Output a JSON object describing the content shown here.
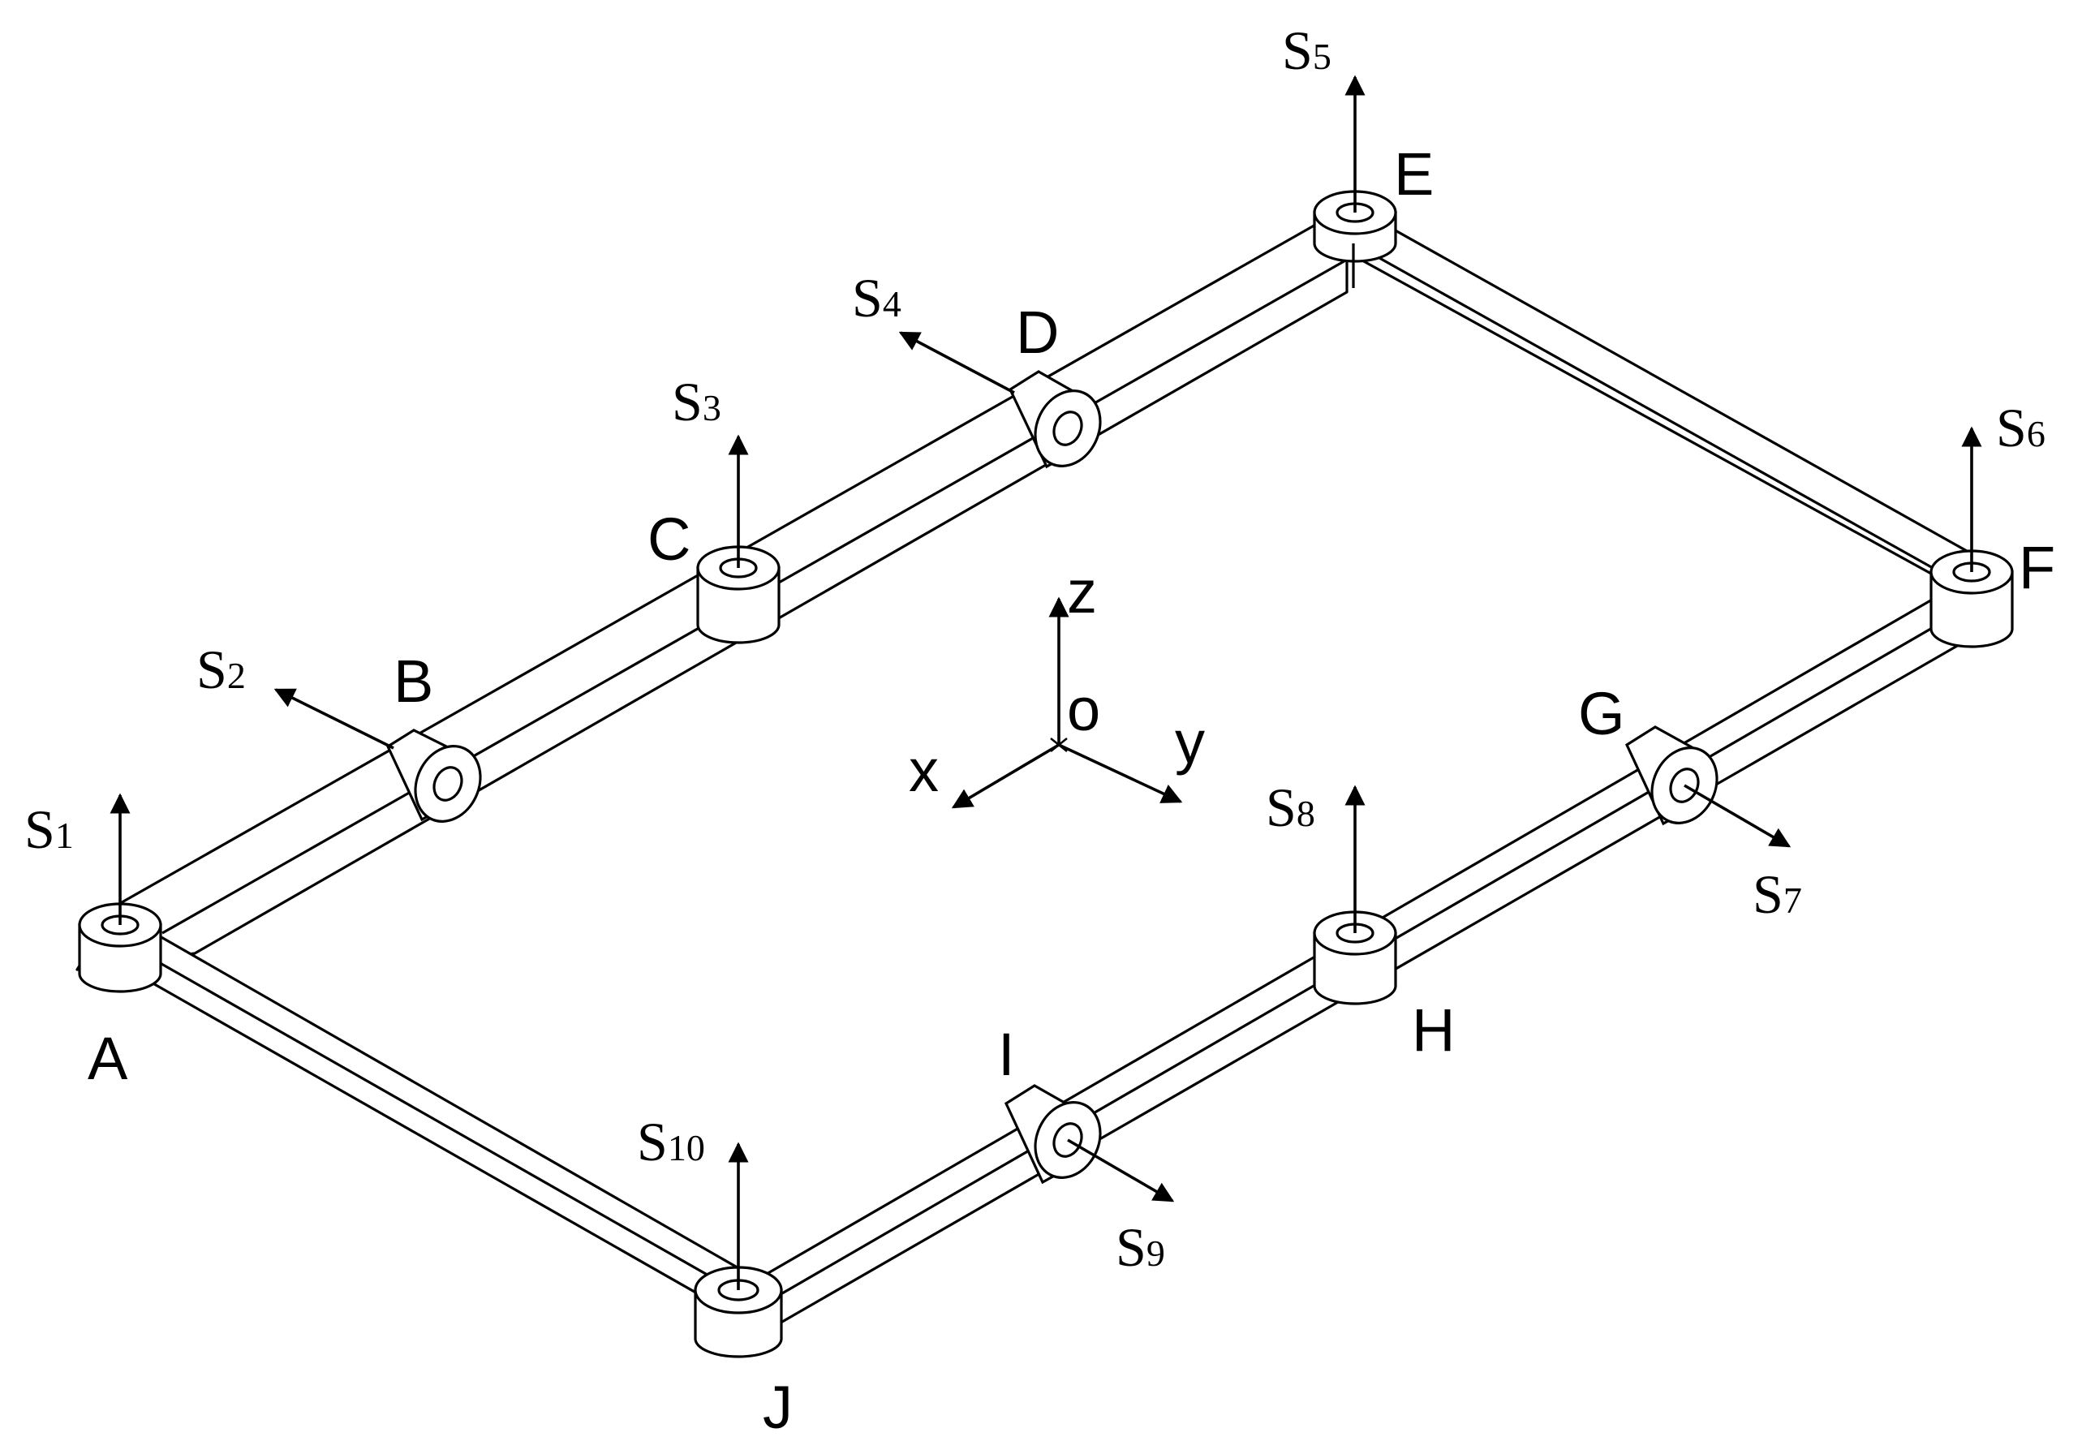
{
  "labels": {
    "A": "A",
    "B": "B",
    "C": "C",
    "D": "D",
    "E": "E",
    "F": "F",
    "G": "G",
    "H": "H",
    "I": "I",
    "J": "J"
  },
  "axes": {
    "z": "z",
    "o": "o",
    "x": "x",
    "y": "y"
  },
  "screws": [
    {
      "main": "S",
      "sub": "1"
    },
    {
      "main": "S",
      "sub": "2"
    },
    {
      "main": "S",
      "sub": "3"
    },
    {
      "main": "S",
      "sub": "4"
    },
    {
      "main": "S",
      "sub": "5"
    },
    {
      "main": "S",
      "sub": "6"
    },
    {
      "main": "S",
      "sub": "7"
    },
    {
      "main": "S",
      "sub": "8"
    },
    {
      "main": "S",
      "sub": "9"
    },
    {
      "main": "S",
      "sub": "10"
    }
  ]
}
